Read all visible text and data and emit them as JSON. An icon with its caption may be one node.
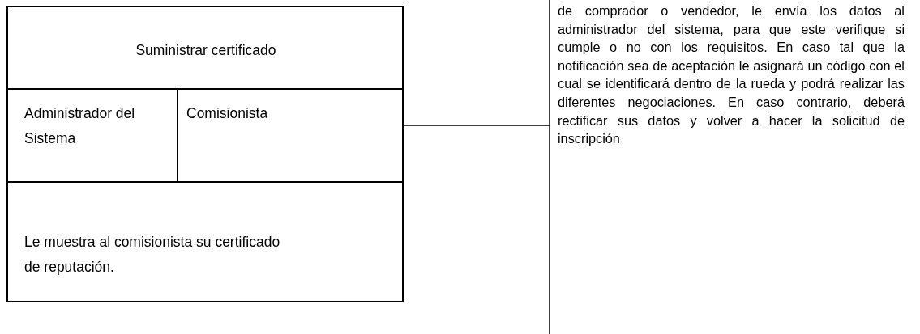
{
  "diagram": {
    "nodes": [
      {
        "text": [
          "Suministrar certificado"
        ]
      },
      {
        "text": [
          "Administrador del  Sistema"
        ],
        "in": 0
      },
      {
        "text": [
          "Comisionista"
        ],
        "in": 0
      },
      {
        "text": [
          "Le muestra al comisionista su certificado de reputación."
        ],
        "in": 0
      },
      {
        "text": [
          "de comprador o vendedor,  le envía los datos al administrador del sistema, para que este verifique si cumple o no con los requisitos. En caso tal que la notificación sea de aceptación le asignará un código con el cual se identificará dentro de la rueda y podrá realizar las diferentes negociaciones. En caso contrario, deberá rectificar sus datos y volver a hacer la solicitud de inscripción"
        ]
      }
    ],
    "edges": [
      {
        "from": 0,
        "to": 4,
        "arrow": "none"
      }
    ]
  }
}
